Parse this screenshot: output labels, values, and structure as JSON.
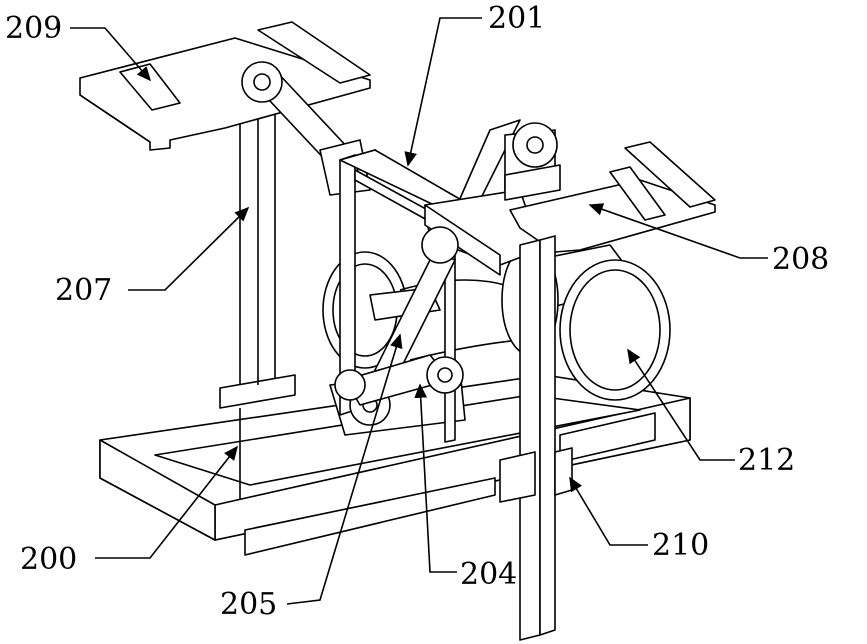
{
  "figure": {
    "labels": {
      "l209": "209",
      "l201": "201",
      "l207": "207",
      "l208": "208",
      "l212": "212",
      "l210": "210",
      "l200": "200",
      "l204": "204",
      "l205": "205"
    }
  }
}
